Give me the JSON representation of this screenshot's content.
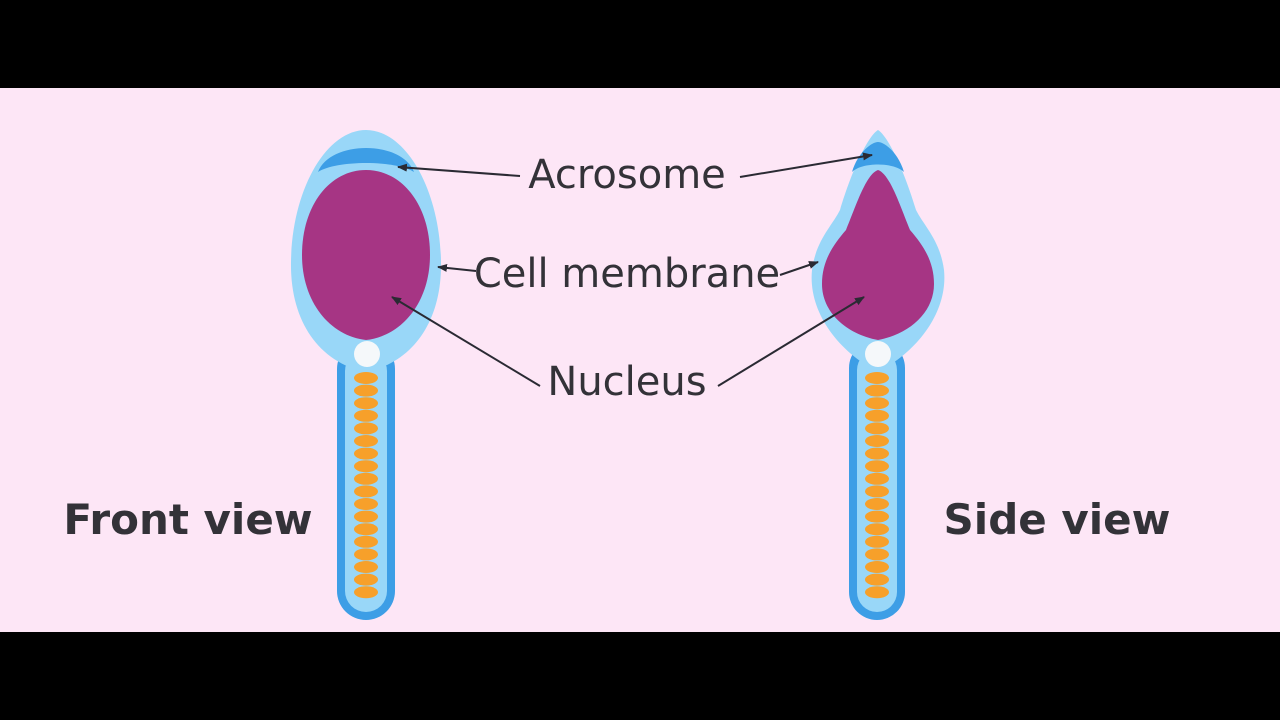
{
  "labels": {
    "acrosome": "Acrosome",
    "cell_membrane": "Cell membrane",
    "nucleus": "Nucleus",
    "front_view": "Front view",
    "side_view": "Side view"
  },
  "colors": {
    "letterbox": "#000000",
    "background": "#fde6f6",
    "membrane": "#99d7f8",
    "acrosome": "#3d9ee6",
    "nucleus": "#a63584",
    "centriole": "#f5f8fa",
    "midpiece_outer": "#3d9ee6",
    "mitochondria": "#f7a02a",
    "text": "#333238"
  }
}
